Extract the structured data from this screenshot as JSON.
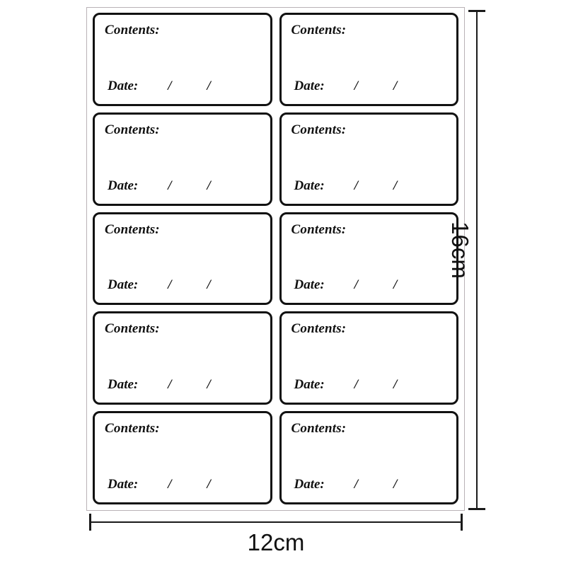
{
  "sheet": {
    "rows": 5,
    "columns": 2,
    "label_count": 10,
    "border_color": "#b9b2b6",
    "label_border_color": "#111111",
    "background_color": "#ffffff"
  },
  "label_template": {
    "contents_label": "Contents:",
    "date_label": "Date:",
    "slash": "/"
  },
  "labels": [
    {
      "contents_label": "Contents:",
      "date_label": "Date:",
      "slash_1": "/",
      "slash_2": "/"
    },
    {
      "contents_label": "Contents:",
      "date_label": "Date:",
      "slash_1": "/",
      "slash_2": "/"
    },
    {
      "contents_label": "Contents:",
      "date_label": "Date:",
      "slash_1": "/",
      "slash_2": "/"
    },
    {
      "contents_label": "Contents:",
      "date_label": "Date:",
      "slash_1": "/",
      "slash_2": "/"
    },
    {
      "contents_label": "Contents:",
      "date_label": "Date:",
      "slash_1": "/",
      "slash_2": "/"
    },
    {
      "contents_label": "Contents:",
      "date_label": "Date:",
      "slash_1": "/",
      "slash_2": "/"
    },
    {
      "contents_label": "Contents:",
      "date_label": "Date:",
      "slash_1": "/",
      "slash_2": "/"
    },
    {
      "contents_label": "Contents:",
      "date_label": "Date:",
      "slash_1": "/",
      "slash_2": "/"
    },
    {
      "contents_label": "Contents:",
      "date_label": "Date:",
      "slash_1": "/",
      "slash_2": "/"
    },
    {
      "contents_label": "Contents:",
      "date_label": "Date:",
      "slash_1": "/",
      "slash_2": "/"
    }
  ],
  "dimensions": {
    "height": {
      "value": "16cm",
      "orientation": "vertical",
      "position": "right"
    },
    "width": {
      "value": "12cm",
      "orientation": "horizontal",
      "position": "bottom"
    },
    "line_color": "#1a1a1a"
  }
}
